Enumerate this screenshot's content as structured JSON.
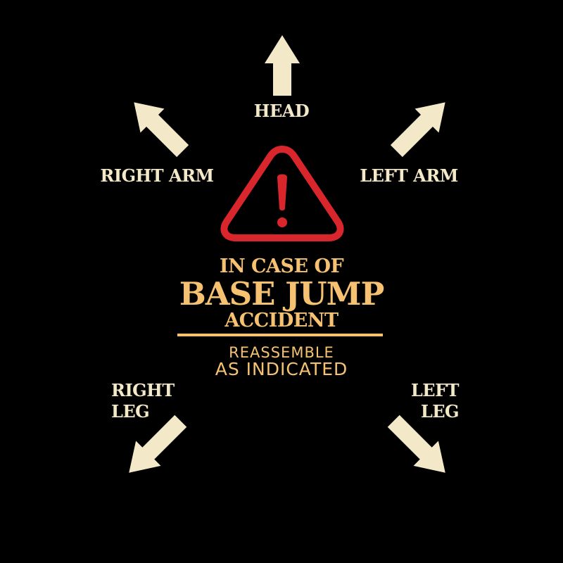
{
  "labels": {
    "head": "HEAD",
    "right_arm": "RIGHT ARM",
    "left_arm": "LEFT ARM",
    "right_leg_line1": "RIGHT",
    "right_leg_line2": "LEG",
    "left_leg_line1": "LEFT",
    "left_leg_line2": "LEG"
  },
  "warning": {
    "line1": "IN CASE OF",
    "line2": "BASE JUMP",
    "line3": "ACCIDENT",
    "sub_line1": "REASSEMBLE",
    "sub_line2": "AS INDICATED"
  },
  "icons": {
    "warning": "warning-triangle-icon",
    "arrow": "arrow-icon"
  },
  "colors": {
    "background": "#000000",
    "cream": "#F3E9C8",
    "gold": "#F6C272",
    "red": "#D9262C"
  }
}
